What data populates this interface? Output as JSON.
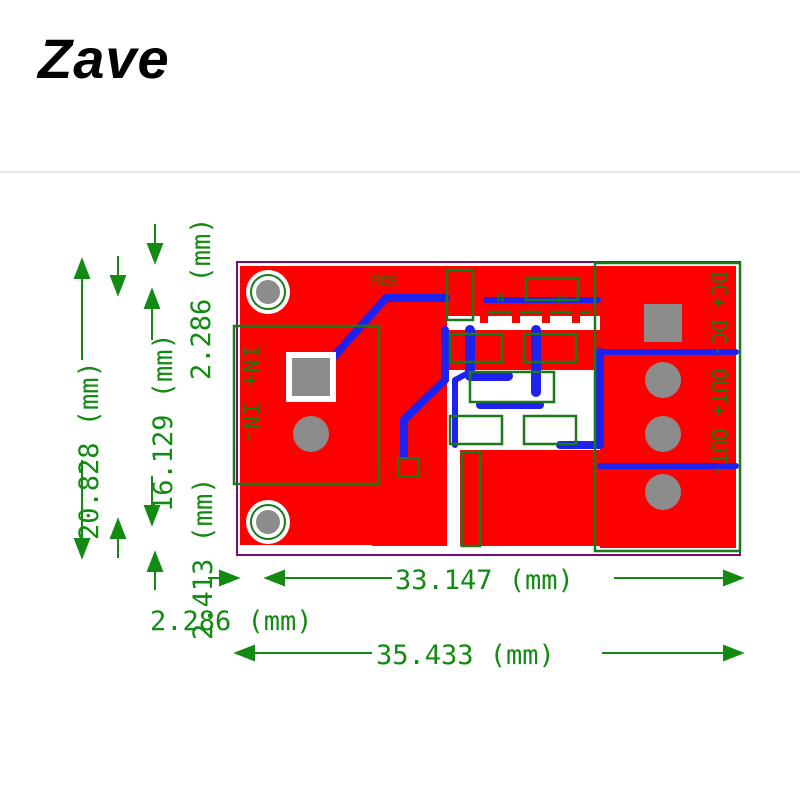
{
  "brand": {
    "name": "Zave"
  },
  "colors": {
    "copper_top": "#ff0000",
    "copper_bottom": "#1f22ee",
    "silkscreen": "#1a7a1a",
    "outline": "#7a0a7a",
    "pad": "#8c8c8c",
    "pad_ring": "#ffffff",
    "dimension": "#138a13"
  },
  "dimensions": {
    "total_width": "35.433 (mm)",
    "inner_width": "33.147 (mm)",
    "edge_offset_x": "2.286 (mm)",
    "total_height": "20.828 (mm)",
    "inner_height": "16.129 (mm)",
    "top_offset": "2.286 (mm)",
    "bottom_offset": "2.413 (mm)"
  },
  "silkscreen_labels": {
    "left": "IN+ IN-",
    "right": "DC+ DC- OUT+ OUT-",
    "ic": "MOS",
    "n_marker": "N",
    "p_marker": "P"
  }
}
